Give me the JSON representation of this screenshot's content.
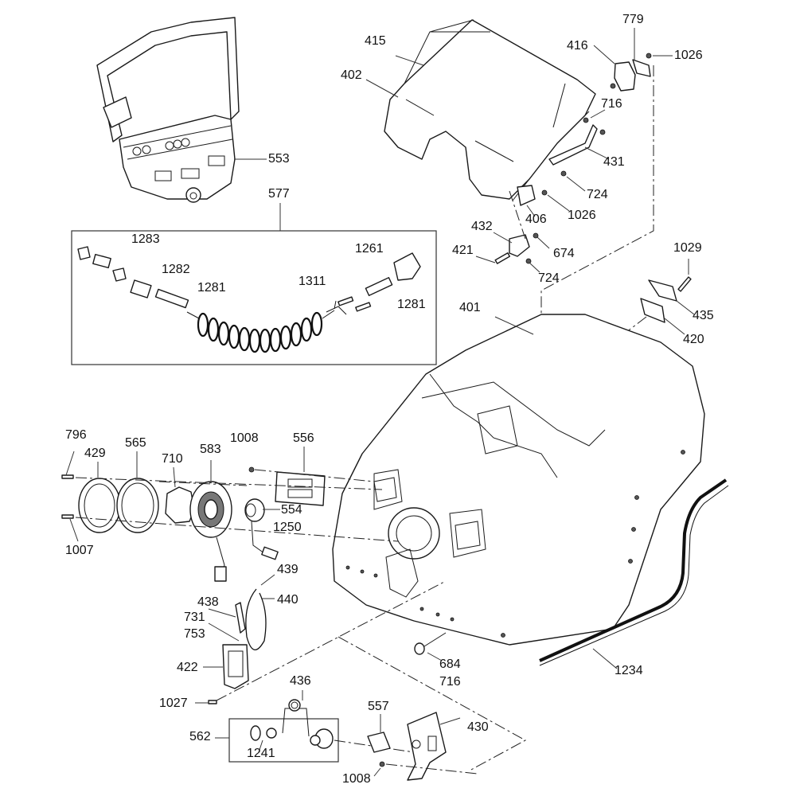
{
  "title": "Exploded parts diagram - operator housing and control box",
  "labels": {
    "l553": "553",
    "l577": "577",
    "l1283": "1283",
    "l1282": "1282",
    "l1281a": "1281",
    "l1311": "1311",
    "l1261": "1261",
    "l1281b": "1281",
    "l415": "415",
    "l402": "402",
    "l416": "416",
    "l779": "779",
    "l1026a": "1026",
    "l716a": "716",
    "l431": "431",
    "l724a": "724",
    "l406": "406",
    "l1026b": "1026",
    "l432": "432",
    "l421": "421",
    "l674": "674",
    "l724b": "724",
    "l1029": "1029",
    "l435": "435",
    "l420": "420",
    "l401": "401",
    "l796": "796",
    "l429": "429",
    "l565": "565",
    "l710": "710",
    "l583": "583",
    "l1008a": "1008",
    "l556": "556",
    "l554": "554",
    "l1250": "1250",
    "l1007": "1007",
    "l439": "439",
    "l440": "440",
    "l438": "438",
    "l731": "731",
    "l753": "753",
    "l422": "422",
    "l1027": "1027",
    "l684": "684",
    "l716b": "716",
    "l1234": "1234",
    "l436": "436",
    "l562": "562",
    "l1241": "1241",
    "l557": "557",
    "l430": "430",
    "l1008b": "1008"
  }
}
